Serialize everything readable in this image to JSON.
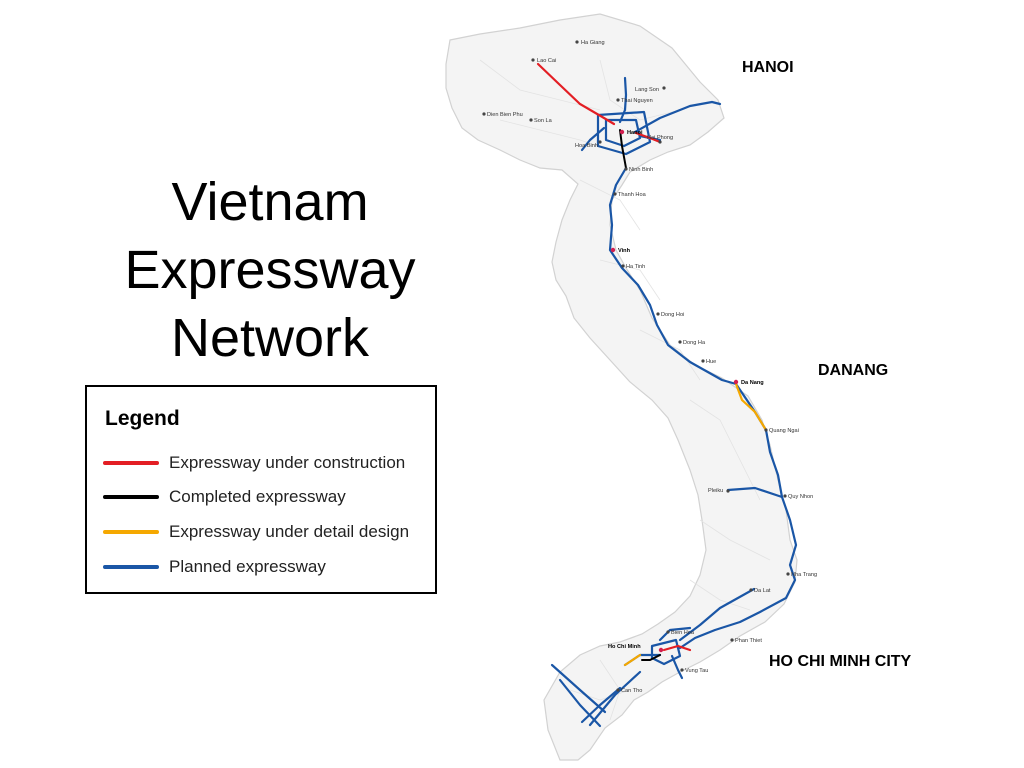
{
  "title": {
    "line1": "Vietnam",
    "line2": "Expressway",
    "line3": "Network"
  },
  "callouts": {
    "north": "HANOI",
    "central": "DANANG",
    "south": "HO CHI MINH CITY"
  },
  "legend": {
    "title": "Legend",
    "items": [
      {
        "label": "Expressway under construction",
        "color": "#e31e24"
      },
      {
        "label": "Completed expressway",
        "color": "#000000"
      },
      {
        "label": "Expressway under detail design",
        "color": "#f5a800"
      },
      {
        "label": "Planned expressway",
        "color": "#1a56a6"
      }
    ]
  },
  "map": {
    "cities": [
      {
        "name": "Ha Giang"
      },
      {
        "name": "Lao Cai"
      },
      {
        "name": "Lang Son"
      },
      {
        "name": "Thai Nguyen"
      },
      {
        "name": "Dien Bien Phu"
      },
      {
        "name": "Son La"
      },
      {
        "name": "Hanoi"
      },
      {
        "name": "Hai Phong"
      },
      {
        "name": "Hoa Binh"
      },
      {
        "name": "Ninh Binh"
      },
      {
        "name": "Thanh Hoa"
      },
      {
        "name": "Vinh"
      },
      {
        "name": "Ha Tinh"
      },
      {
        "name": "Dong Hoi"
      },
      {
        "name": "Dong Ha"
      },
      {
        "name": "Hue"
      },
      {
        "name": "Da Nang"
      },
      {
        "name": "Quang Ngai"
      },
      {
        "name": "Pleiku"
      },
      {
        "name": "Quy Nhon"
      },
      {
        "name": "Nha Trang"
      },
      {
        "name": "Da Lat"
      },
      {
        "name": "Bien Hoa"
      },
      {
        "name": "Ho Chi Minh"
      },
      {
        "name": "Phan Thiet"
      },
      {
        "name": "Vung Tau"
      },
      {
        "name": "Can Tho"
      }
    ]
  }
}
